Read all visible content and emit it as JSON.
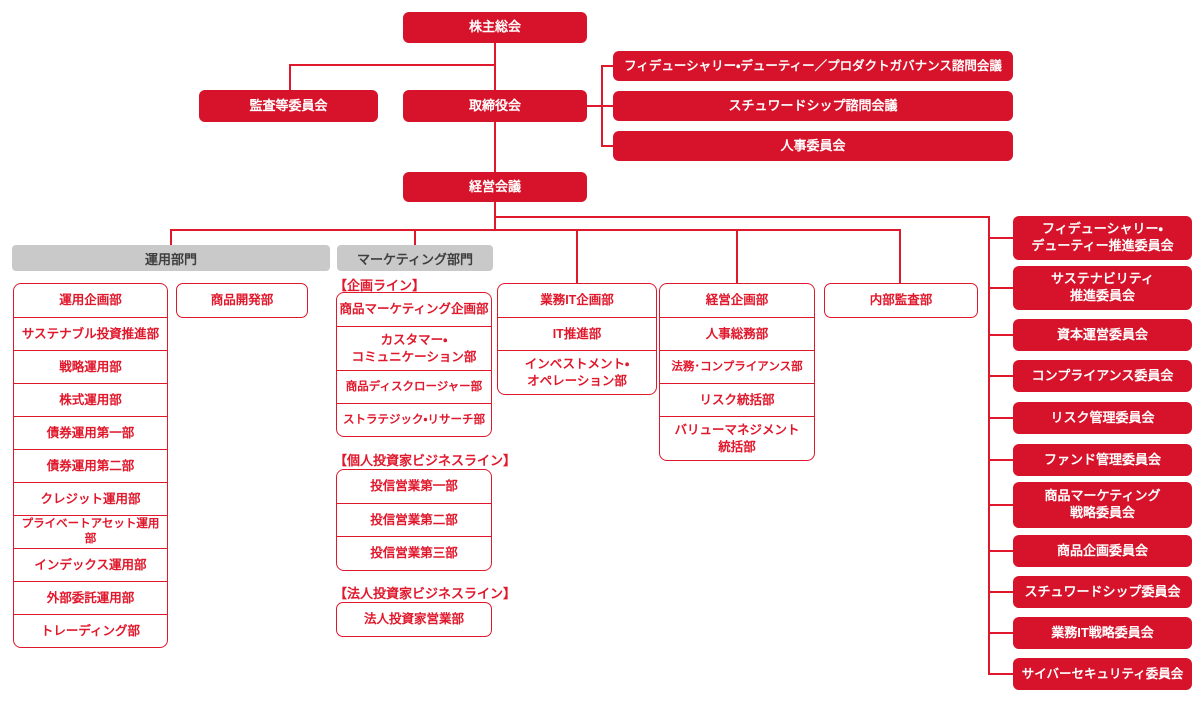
{
  "colors": {
    "red_fill": "#d6132a",
    "red_line": "#e0182c",
    "gray": "#c9c9c9"
  },
  "nodes": {
    "shareholders": "株主総会",
    "audit_committee": "監査等委員会",
    "board": "取締役会",
    "management_meeting": "経営会議",
    "advisory": [
      "フィデューシャリー・デューティー／プロダクトガバナンス諮問会議",
      "スチュワードシップ諮問会議",
      "人事委員会"
    ],
    "division_investment": "運用部門",
    "division_marketing": "マーケティング部門",
    "investment_depts": [
      "運用企画部",
      "サステナブル投資推進部",
      "戦略運用部",
      "株式運用部",
      "債券運用第一部",
      "債券運用第二部",
      "クレジット運用部",
      "プライベートアセット運用部",
      "インデックス運用部",
      "外部委託運用部",
      "トレーディング部"
    ],
    "product_dev": "商品開発部",
    "planning_line_label": "【企画ライン】",
    "planning_line_depts": [
      "商品マーケティング企画部",
      "カスタマー・\nコミュニケーション部",
      "商品ディスクロージャー部",
      "ストラテジック・リサーチ部"
    ],
    "retail_line_label": "【個人投資家ビジネスライン】",
    "retail_line_depts": [
      "投信営業第一部",
      "投信営業第二部",
      "投信営業第三部"
    ],
    "institutional_line_label": "【法人投資家ビジネスライン】",
    "institutional_line_depts": [
      "法人投資家営業部"
    ],
    "it_ops_depts": [
      "業務IT企画部",
      "IT推進部",
      "インベストメント・\nオペレーション部"
    ],
    "corporate_depts": [
      "経営企画部",
      "人事総務部",
      "法務･コンプライアンス部",
      "リスク統括部",
      "バリューマネジメント\n統括部"
    ],
    "internal_audit": "内部監査部",
    "committees": [
      "フィデューシャリー・\nデューティー推進委員会",
      "サステナビリティ\n推進委員会",
      "資本運営委員会",
      "コンプライアンス委員会",
      "リスク管理委員会",
      "ファンド管理委員会",
      "商品マーケティング\n戦略委員会",
      "商品企画委員会",
      "スチュワードシップ委員会",
      "業務IT戦略委員会",
      "サイバーセキュリティ委員会"
    ]
  }
}
